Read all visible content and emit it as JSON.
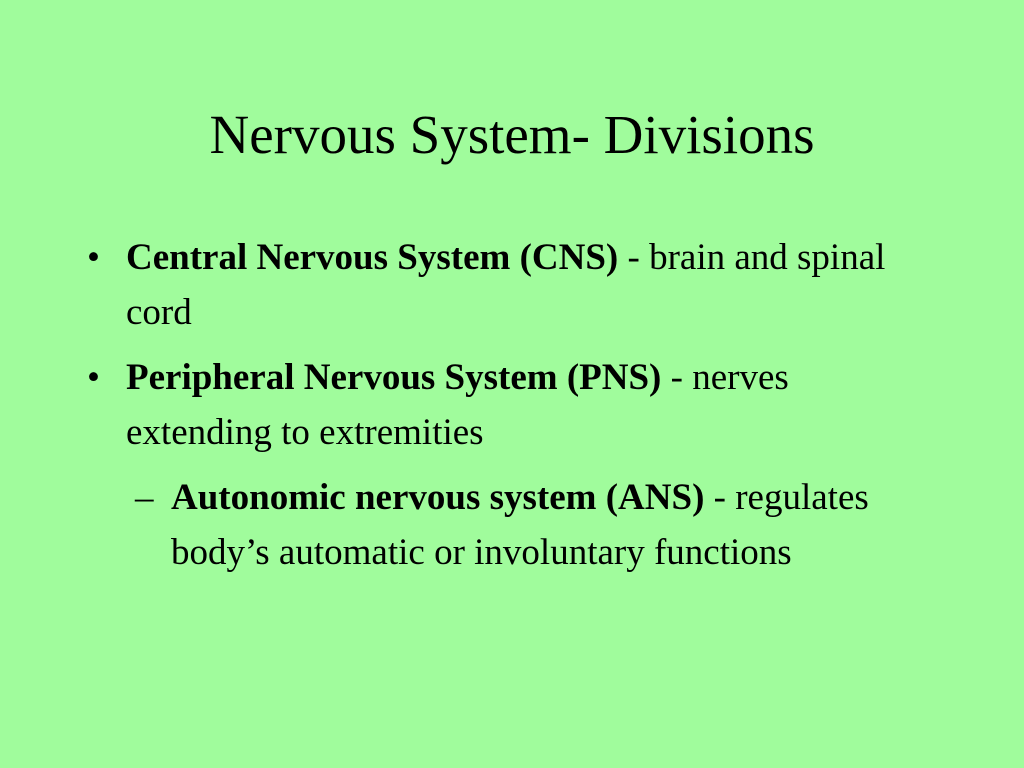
{
  "slide": {
    "title": "Nervous System- Divisions",
    "bullets": [
      {
        "marker": "•",
        "term": "Central Nervous System (CNS)",
        "description": " - brain and spinal cord"
      },
      {
        "marker": "•",
        "term": "Peripheral Nervous System (PNS)",
        "description": " - nerves extending to extremities"
      }
    ],
    "sub_bullets": [
      {
        "marker": "–",
        "term": "Autonomic nervous system (ANS)",
        "description": " - regulates body’s automatic or involuntary functions"
      }
    ]
  },
  "colors": {
    "background": "#a0fc9c",
    "text": "#000000"
  }
}
